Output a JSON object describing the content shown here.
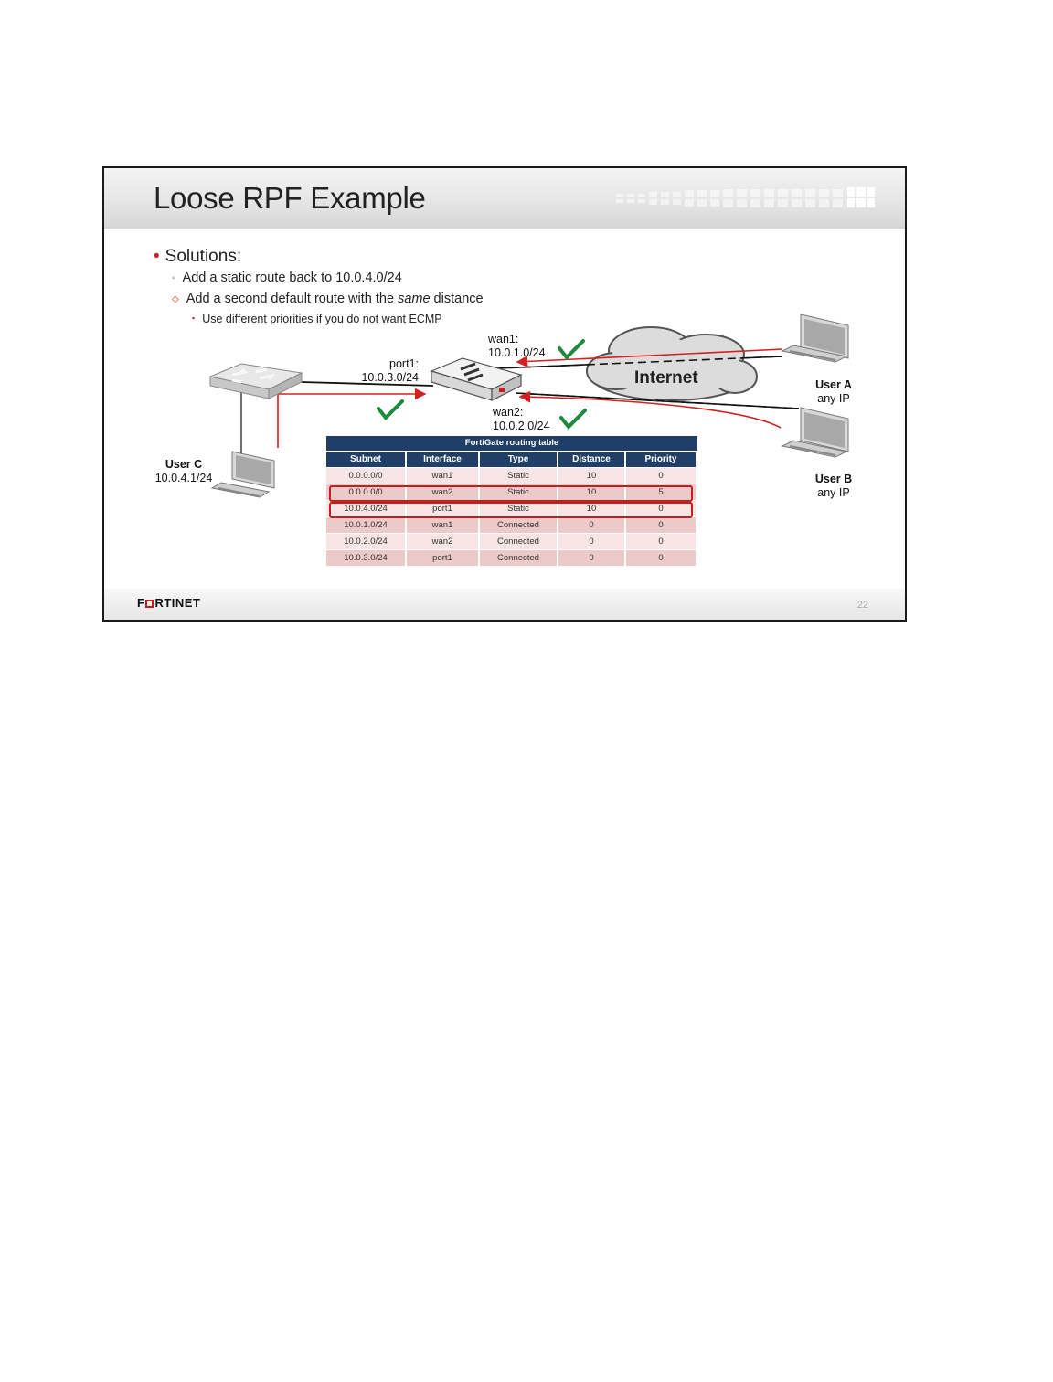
{
  "slide": {
    "title": "Loose RPF Example",
    "page_number": "22",
    "logo_text": "FORTINET"
  },
  "bullets": {
    "main": "Solutions:",
    "sub1": "Add a static route back to 10.0.4.0/24",
    "sub2_before": "Add a second default route with the ",
    "sub2_italic": "same",
    "sub2_after": " distance",
    "sub3": "Use different priorities if you do not want ECMP"
  },
  "diagram": {
    "wan1_name": "wan1:",
    "wan1_subnet": "10.0.1.0/24",
    "wan2_name": "wan2:",
    "wan2_subnet": "10.0.2.0/24",
    "port1_name": "port1:",
    "port1_subnet": "10.0.3.0/24",
    "internet": "Internet",
    "user_a_name": "User A",
    "user_a_ip": "any IP",
    "user_b_name": "User B",
    "user_b_ip": "any IP",
    "user_c_name": "User C",
    "user_c_ip": "10.0.4.1/24",
    "colors": {
      "arrow": "#d42020",
      "check": "#1e8a3c",
      "table_header": "#1f3e68",
      "highlight": "#c41e1e"
    }
  },
  "routing_table": {
    "caption": "FortiGate routing table",
    "headers": [
      "Subnet",
      "Interface",
      "Type",
      "Distance",
      "Priority"
    ],
    "rows": [
      [
        "0.0.0.0/0",
        "wan1",
        "Static",
        "10",
        "0"
      ],
      [
        "0.0.0.0/0",
        "wan2",
        "Static",
        "10",
        "5"
      ],
      [
        "10.0.4.0/24",
        "port1",
        "Static",
        "10",
        "0"
      ],
      [
        "10.0.1.0/24",
        "wan1",
        "Connected",
        "0",
        "0"
      ],
      [
        "10.0.2.0/24",
        "wan2",
        "Connected",
        "0",
        "0"
      ],
      [
        "10.0.3.0/24",
        "port1",
        "Connected",
        "0",
        "0"
      ]
    ],
    "highlighted_rows": [
      1,
      2
    ]
  }
}
